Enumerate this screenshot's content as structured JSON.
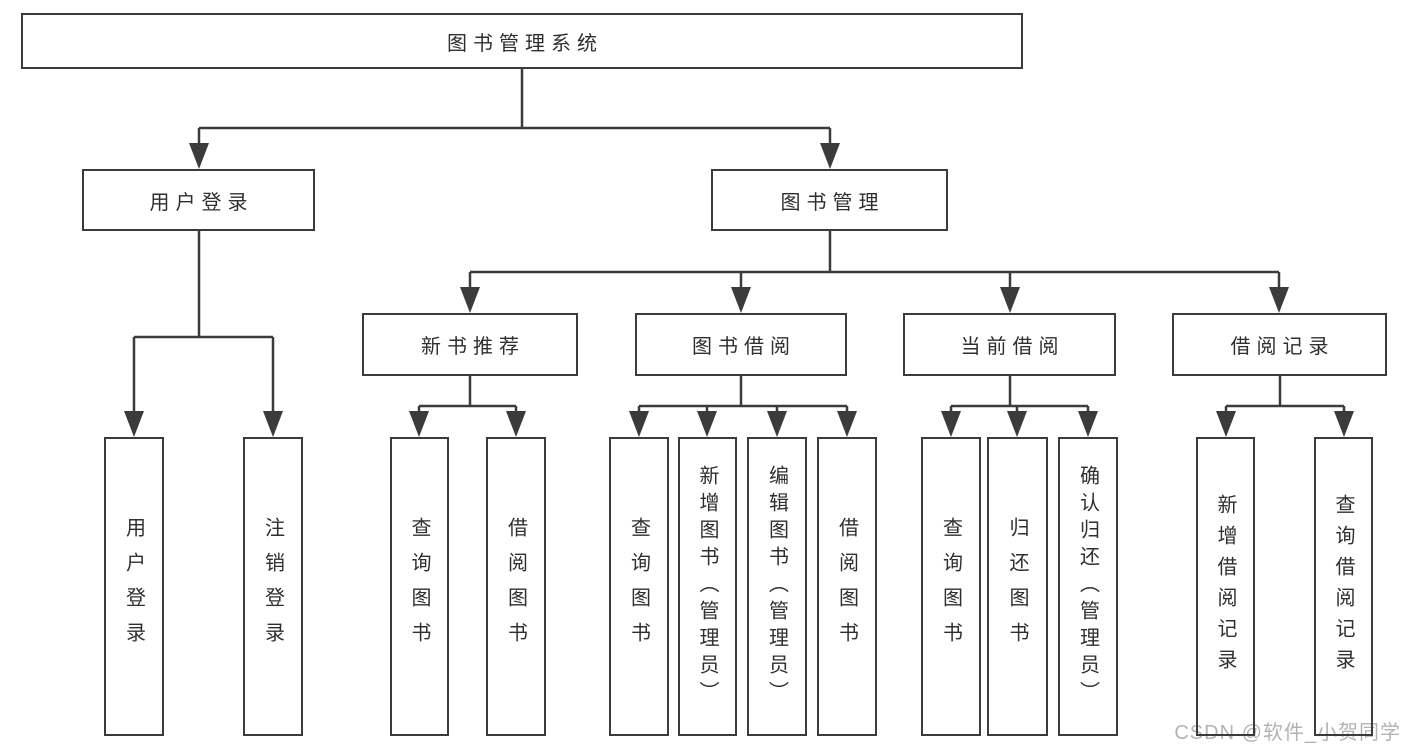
{
  "diagram": {
    "title": "图书管理系统",
    "nodes": {
      "root": "图书管理系统",
      "user_login": "用户登录",
      "book_management": "图书管理",
      "new_book_recommend": "新书推荐",
      "book_borrowing": "图书借阅",
      "current_borrowing": "当前借阅",
      "borrowing_records": "借阅记录",
      "leaf_user_login": "用户登录",
      "leaf_logout": "注销登录",
      "leaf_query_books_recommend": "查询图书",
      "leaf_borrow_books_recommend": "借阅图书",
      "leaf_query_books_borrowing": "查询图书",
      "leaf_add_books_admin": "新增图书（管理员）",
      "leaf_edit_books_admin": "编辑图书（管理员）",
      "leaf_borrow_books_borrowing": "借阅图书",
      "leaf_query_books_current": "查询图书",
      "leaf_return_books": "归还图书",
      "leaf_confirm_return_admin": "确认归还（管理员）",
      "leaf_add_borrow_record": "新增借阅记录",
      "leaf_query_borrow_record": "查询借阅记录"
    },
    "hierarchy": {
      "图书管理系统": {
        "用户登录": [
          "用户登录",
          "注销登录"
        ],
        "图书管理": {
          "新书推荐": [
            "查询图书",
            "借阅图书"
          ],
          "图书借阅": [
            "查询图书",
            "新增图书（管理员）",
            "编辑图书（管理员）",
            "借阅图书"
          ],
          "当前借阅": [
            "查询图书",
            "归还图书",
            "确认归还（管理员）"
          ],
          "借阅记录": [
            "新增借阅记录",
            "查询借阅记录"
          ]
        }
      }
    },
    "colors": {
      "line": "#3b3b3b",
      "text": "#2f2f2f",
      "background": "#ffffff",
      "watermark": "#b3b3b3"
    }
  },
  "watermark": {
    "text": "CSDN @软件_小贺同学"
  }
}
